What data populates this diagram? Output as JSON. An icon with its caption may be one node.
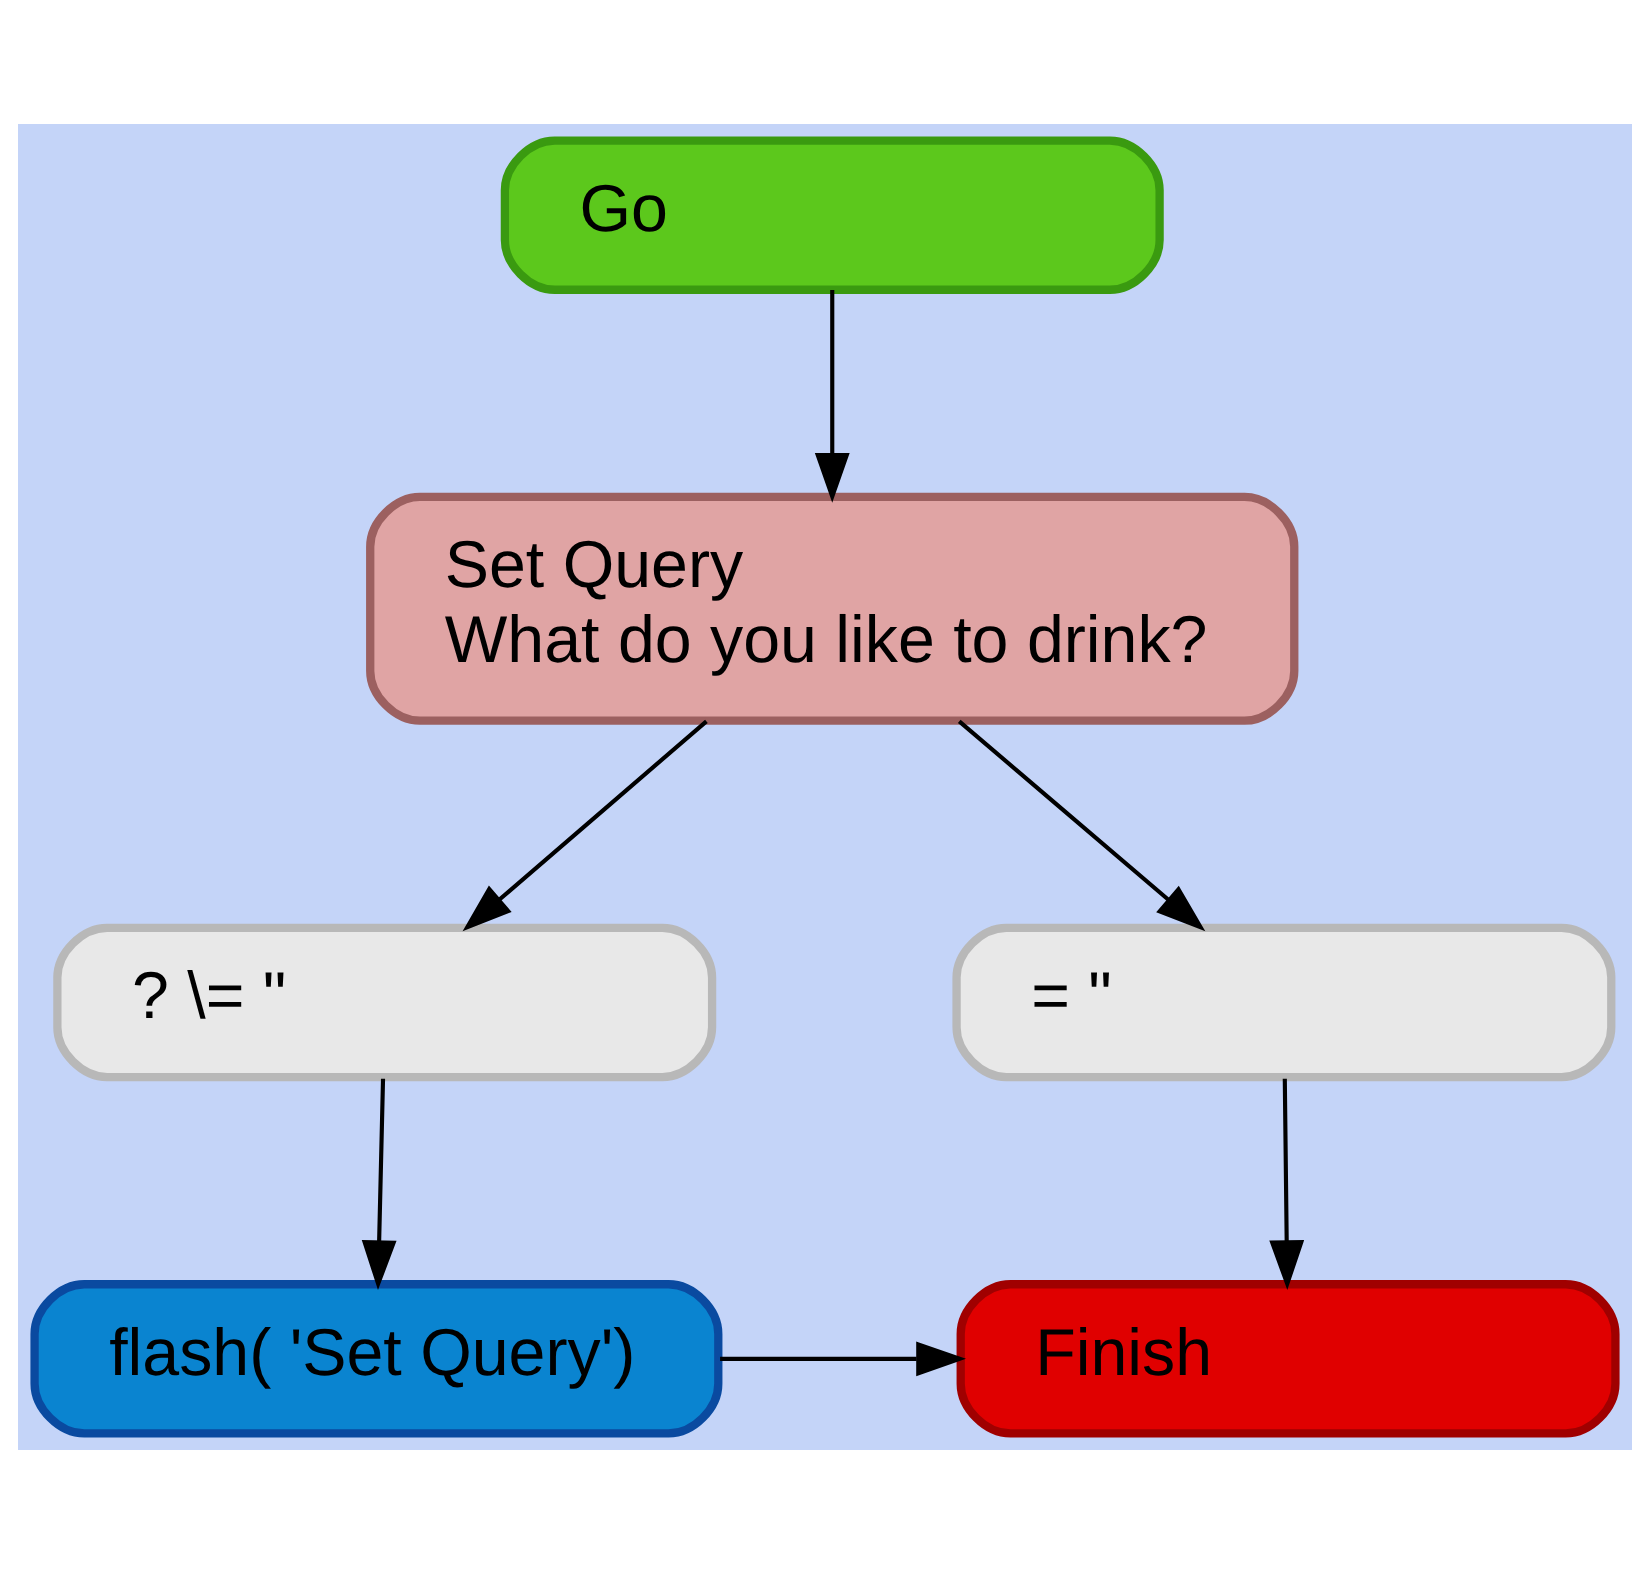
{
  "diagram": {
    "nodes": [
      {
        "text": [
          "Go"
        ]
      },
      {
        "text": [
          "Set Query",
          "What do you like to drink?"
        ]
      },
      {
        "text": [
          "? \\= \""
        ]
      },
      {
        "text": [
          "= \""
        ]
      },
      {
        "text": [
          "flash( 'Set Query')"
        ]
      },
      {
        "text": [
          "Finish"
        ]
      }
    ],
    "edges": [
      {
        "from": 0,
        "to": 1,
        "arrow": "to"
      },
      {
        "from": 1,
        "to": 2,
        "arrow": "to"
      },
      {
        "from": 1,
        "to": 3,
        "arrow": "to"
      },
      {
        "from": 2,
        "to": 4,
        "arrow": "to"
      },
      {
        "from": 3,
        "to": 5,
        "arrow": "to"
      },
      {
        "from": 4,
        "to": 5,
        "arrow": "to"
      }
    ]
  }
}
